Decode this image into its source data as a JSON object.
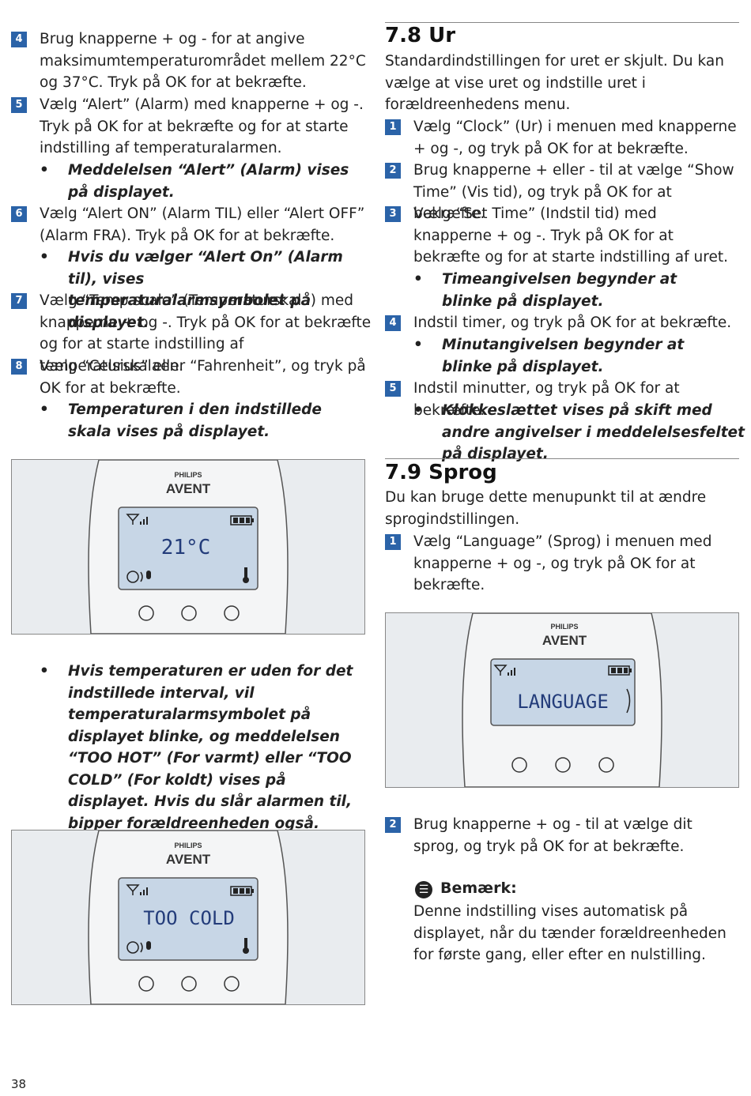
{
  "left": {
    "steps": [
      {
        "num": "4",
        "text": "Brug knapperne + og - for at angive maksimumtemperaturområdet mellem 22°C og 37°C. Tryk på OK for at bekræfte."
      },
      {
        "num": "5",
        "text": "Vælg “Alert” (Alarm) med knapperne + og -. Tryk på OK for at bekræfte og for at starte indstilling af temperaturalarmen."
      },
      {
        "bullet": "Meddelelsen “Alert” (Alarm) vises på displayet."
      },
      {
        "num": "6",
        "text": "Vælg “Alert ON” (Alarm TIL) eller “Alert OFF” (Alarm FRA). Tryk på OK for at bekræfte."
      },
      {
        "bullet": "Hvis du vælger “Alert On” (Alarm til), vises temperaturalarmsymbolet på displayet."
      },
      {
        "num": "7",
        "text": "Vælg “Temp scale” (Temperaturskala) med knapperne + og -. Tryk på OK for at bekræfte og for at starte indstilling af temperaturskalaen."
      },
      {
        "num": "8",
        "text": "Vælg “Celsius” eller “Fahrenheit”, og tryk på OK for at bekræfte."
      },
      {
        "bullet": "Temperaturen i den indstillede skala vises på displayet."
      }
    ],
    "device1": {
      "brand_top": "PHILIPS",
      "brand": "AVENT",
      "display": "21°C"
    },
    "bullet_too": "Hvis temperaturen er uden for det indstillede interval, vil temperaturalarmsymbolet på displayet blinke, og meddelelsen “TOO HOT” (For varmt) eller “TOO COLD” (For koldt) vises på displayet. Hvis du slår alarmen til, bipper forældreenheden også.",
    "device2": {
      "brand_top": "PHILIPS",
      "brand": "AVENT",
      "display": "TOO COLD"
    }
  },
  "right": {
    "section_78": {
      "number": "7.8",
      "title": "Ur"
    },
    "intro_78": "Standardindstillingen for uret er skjult. Du kan vælge at vise uret og indstille uret i forældreenhedens menu.",
    "steps_78": [
      {
        "num": "1",
        "text": "Vælg “Clock” (Ur) i menuen med knapperne + og -, og tryk på OK for at bekræfte."
      },
      {
        "num": "2",
        "text": "Brug knapperne + eller - til at vælge “Show Time” (Vis tid), og tryk på OK for at bekræfte."
      },
      {
        "num": "3",
        "text": "Vælg “Set Time” (Indstil tid) med knapperne + og -. Tryk på OK for at bekræfte og for at starte indstilling af uret."
      },
      {
        "bullet": "Timeangivelsen begynder at blinke på displayet."
      },
      {
        "num": "4",
        "text": "Indstil timer, og tryk på OK for at bekræfte."
      },
      {
        "bullet": "Minutangivelsen begynder at blinke på displayet."
      },
      {
        "num": "5",
        "text": "Indstil minutter, og tryk på OK for at bekræfte."
      },
      {
        "bullet": "Klokkeslættet vises på skift med andre angivelser i meddelelsesfeltet på displayet."
      }
    ],
    "section_79": {
      "number": "7.9",
      "title": "Sprog"
    },
    "intro_79": "Du kan bruge dette menupunkt til at ændre sprogindstillingen.",
    "step_79_1": {
      "num": "1",
      "text": "Vælg “Language” (Sprog) i menuen med knapperne + og -, og tryk på OK for at bekræfte."
    },
    "device3": {
      "brand_top": "PHILIPS",
      "brand": "AVENT",
      "display": "LANGUAGE"
    },
    "step_79_2": {
      "num": "2",
      "text": "Brug knapperne + og - til at vælge dit sprog, og tryk på OK for at bekræfte."
    },
    "note": {
      "title": "Bemærk:",
      "text": "Denne indstilling vises automatisk på displayet, når du tænder forældreenheden for første gang, eller efter en nulstilling."
    }
  },
  "page_number": "38"
}
